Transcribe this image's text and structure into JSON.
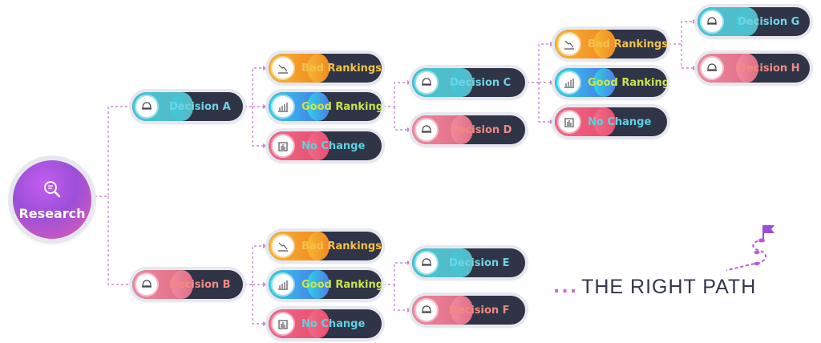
{
  "root": {
    "label": "Research",
    "icon": "magnifier-report-icon"
  },
  "branch_a": {
    "label": "Decision A",
    "icon": "helmet-icon",
    "outcomes": [
      {
        "label": "Bad Rankings",
        "icon": "chart-down-icon"
      },
      {
        "label": "Good Rankings",
        "icon": "chart-up-icon"
      },
      {
        "label": "No Change",
        "icon": "bar-chart-icon"
      }
    ],
    "next": [
      {
        "label": "Decision C",
        "icon": "helmet-icon"
      },
      {
        "label": "Decision D",
        "icon": "helmet-icon"
      }
    ],
    "c_outcomes": [
      {
        "label": "Bad Rankings",
        "icon": "chart-down-icon"
      },
      {
        "label": "Good Rankings",
        "icon": "chart-up-icon"
      },
      {
        "label": "No Change",
        "icon": "bar-chart-icon"
      }
    ],
    "final": [
      {
        "label": "Decision G",
        "icon": "helmet-icon"
      },
      {
        "label": "Decision H",
        "icon": "helmet-icon"
      }
    ]
  },
  "branch_b": {
    "label": "Decision B",
    "icon": "helmet-icon",
    "outcomes": [
      {
        "label": "Bad Rankings",
        "icon": "chart-down-icon"
      },
      {
        "label": "Good Rankings",
        "icon": "chart-up-icon"
      },
      {
        "label": "No Change",
        "icon": "bar-chart-icon"
      }
    ],
    "next": [
      {
        "label": "Decision E",
        "icon": "helmet-icon"
      },
      {
        "label": "Decision F",
        "icon": "helmet-icon"
      }
    ]
  },
  "tagline": {
    "dots": "...",
    "text": "THE RIGHT PATH",
    "icon": "winding-path-flag-icon"
  },
  "colors": {
    "node_body": "#2f3447",
    "connector": "#c98bd8",
    "connector_alt": "#f08a6a",
    "accent_purple": "#9b4fd8"
  }
}
